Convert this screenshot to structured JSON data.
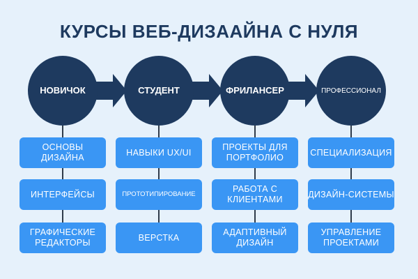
{
  "title": "КУРСЫ ВЕБ-ДИЗААЙНА С НУЛЯ",
  "colors": {
    "background": "#e6f1fb",
    "stage": "#1e3a5f",
    "box": "#3a96f4",
    "arrow": "#1e3a5f"
  },
  "stages": [
    {
      "label": "НОВИЧОК",
      "items": [
        "ОСНОВЫ ДИЗАЙНА",
        "ИНТЕРФЕЙСЫ",
        "ГРАФИЧЕСКИЕ РЕДАКТОРЫ"
      ]
    },
    {
      "label": "СТУДЕНТ",
      "items": [
        "НАВЫКИ UX/UI",
        "ПРОТОТИПИРОВАНИЕ",
        "ВЕРСТКА"
      ]
    },
    {
      "label": "ФРИЛАНСЕР",
      "items": [
        "ПРОЕКТЫ ДЛЯ ПОРТФОЛИО",
        "РАБОТА С КЛИЕНТАМИ",
        "АДАПТИВНЫЙ ДИЗАЙН"
      ]
    },
    {
      "label": "ПРОФЕССИОНАЛ",
      "items": [
        "СПЕЦИАЛИЗАЦИЯ",
        "ДИЗАЙН-СИСТЕМЫ",
        "УПРАВЛЕНИЕ ПРОЕКТАМИ"
      ]
    }
  ]
}
